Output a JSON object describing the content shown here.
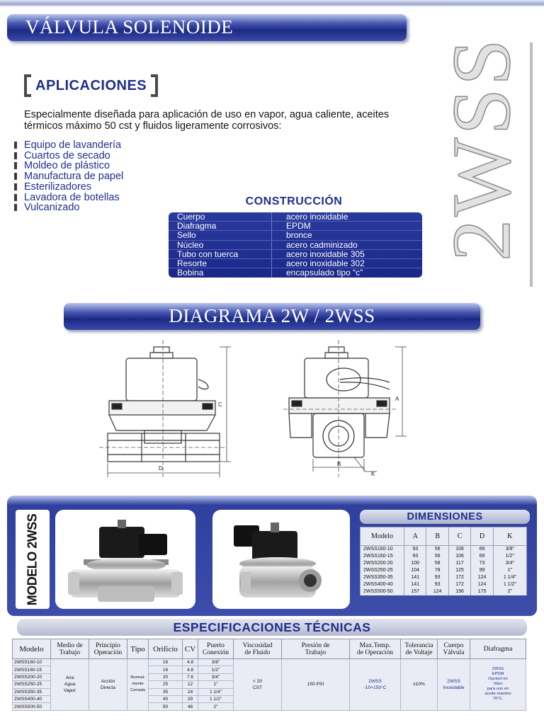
{
  "header": {
    "title": "VÁLVULA SOLENOIDE",
    "series": "2WSS"
  },
  "applications": {
    "title": "APLICACIONES",
    "intro": "Especialmente diseñada para aplicación de uso en vapor, agua caliente, aceites térmicos máximo 50 cst y fluidos ligeramente corrosivos:",
    "items": [
      "Equipo de lavandería",
      "Cuartos de secado",
      "Moldeo de plástico",
      "Manufactura de papel",
      "Esterilizadores",
      "Lavadora de botellas",
      "Vulcanizado"
    ]
  },
  "construction": {
    "title": "CONSTRUCCIÓN",
    "rows": [
      {
        "part": "Cuerpo",
        "material": "acero inoxidable"
      },
      {
        "part": "Diafragma",
        "material": "EPDM"
      },
      {
        "part": "Sello",
        "material": "bronce"
      },
      {
        "part": "Núcleo",
        "material": "acero cadminizado"
      },
      {
        "part": "Tubo con tuerca",
        "material": "acero inoxidable 305"
      },
      {
        "part": "Resorte",
        "material": "acero inoxidable 302"
      },
      {
        "part": "Bobina",
        "material": "encapsulado tipo “c”"
      }
    ]
  },
  "diagram": {
    "title": "DIAGRAMA 2W / 2WSS",
    "labels": {
      "c": "C",
      "d": "D",
      "a": "A",
      "b": "B",
      "k": "K"
    }
  },
  "model": {
    "label": "MODELO 2WSS"
  },
  "dimensions": {
    "title": "DIMENSIONES",
    "headers": [
      "Modelo",
      "A",
      "B",
      "C",
      "D",
      "K"
    ],
    "rows": [
      [
        "2WSS160-10",
        "93",
        "56",
        "106",
        "69",
        "3/8\""
      ],
      [
        "2WSS160-15",
        "93",
        "56",
        "106",
        "69",
        "1/2\""
      ],
      [
        "2WSS200-20",
        "100",
        "58",
        "117",
        "73",
        "3/4\""
      ],
      [
        "2WSS250-25",
        "104",
        "78",
        "125",
        "99",
        "1\""
      ],
      [
        "2WSS350-35",
        "141",
        "93",
        "172",
        "124",
        "1 1/4\""
      ],
      [
        "2WSS400-40",
        "141",
        "93",
        "172",
        "124",
        "1 1/2\""
      ],
      [
        "2WSS500-50",
        "157",
        "124",
        "196",
        "175",
        "2\""
      ]
    ]
  },
  "specs": {
    "title": "ESPECIFICACIONES TÉCNICAS",
    "headers": {
      "modelo": "Modelo",
      "medio_1": "Medio de",
      "medio_2": "Trabajo",
      "principio_1": "Principio",
      "principio_2": "Operación",
      "tipo": "Tipo",
      "orificio": "Orificio",
      "cv": "CV",
      "puerto_1": "Puerto",
      "puerto_2": "Conexión",
      "visc_1": "Viscosidad",
      "visc_2": "de Fluido",
      "presion_1": "Presión de",
      "presion_2": "Trabajo",
      "temp_1": "Max.Temp.",
      "temp_2": "de Operación",
      "tol_1": "Tolerancia",
      "tol_2": "de Voltaje",
      "cuerpo_1": "Cuerpo",
      "cuerpo_2": "Válvula",
      "diafragma": "Diafragma"
    },
    "rows": [
      [
        "2WSS160-10",
        "16",
        "4.8",
        "3/8\""
      ],
      [
        "2WSS160-15",
        "16",
        "4.8",
        "1/2\""
      ],
      [
        "2WSS200-20",
        "20",
        "7.6",
        "3/4\""
      ],
      [
        "2WSS250-25",
        "25",
        "12",
        "1\""
      ],
      [
        "2WSS350-35",
        "35",
        "24",
        "1 1/4\""
      ],
      [
        "2WSS400-40",
        "40",
        "29",
        "1 1/2\""
      ],
      [
        "2WSS500-50",
        "50",
        "48",
        "2\""
      ]
    ],
    "shared": {
      "medio": [
        "Aira",
        "Agua",
        "Vapor"
      ],
      "principio": [
        "Acción",
        "Directa"
      ],
      "tipo": [
        "Normal-",
        "mente",
        "Cerrada"
      ],
      "viscosidad": [
        "< 20",
        "CST"
      ],
      "presion": "150 PSI",
      "temp": [
        "2WSS",
        "-10+150°C"
      ],
      "tolerancia": "±10%",
      "cuerpo": [
        "2WSS",
        "Inoxidable"
      ],
      "diafragma": [
        "2WSS",
        "EPDM",
        "Opcionl en",
        "Viton",
        "para uso en",
        "aceite máximo",
        "70°C."
      ]
    }
  }
}
